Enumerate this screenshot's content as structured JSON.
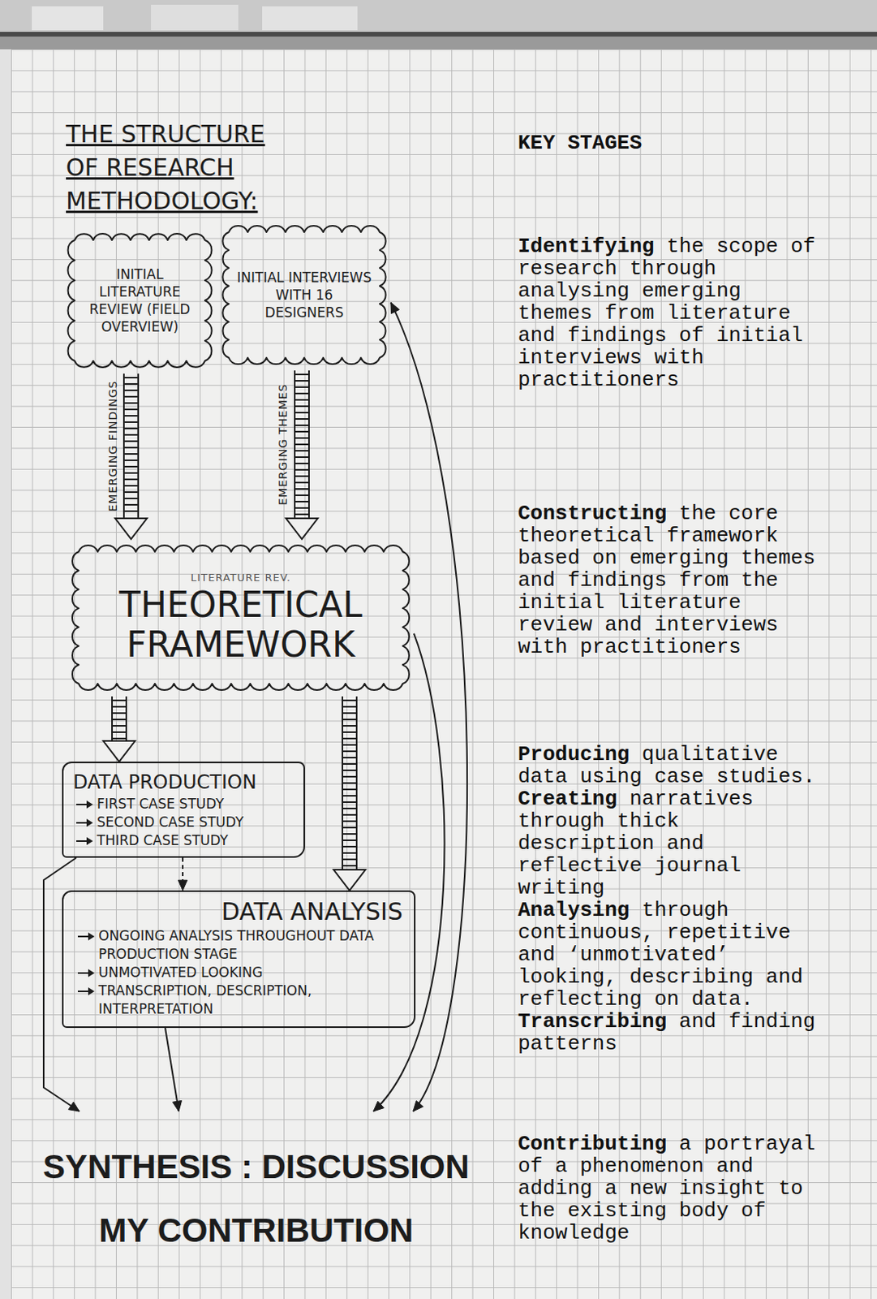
{
  "diagram": {
    "title": "THE STRUCTURE OF RESEARCH METHODOLOGY:",
    "nodes": [
      {
        "text": [
          "INITIAL LITERATURE REVIEW (FIELD OVERVIEW)"
        ]
      },
      {
        "text": [
          "INITIAL INTERVIEWS WITH 16 DESIGNERS"
        ]
      },
      {
        "text": [
          "LITERATURE REV.",
          "THEORETICAL FRAMEWORK"
        ]
      },
      {
        "text": [
          "DATA PRODUCTION",
          "FIRST CASE STUDY",
          "SECOND CASE STUDY",
          "THIRD CASE STUDY"
        ]
      },
      {
        "text": [
          "DATA ANALYSIS",
          "ONGOING ANALYSIS THROUGHOUT DATA PRODUCTION STAGE",
          "UNMOTIVATED LOOKING",
          "TRANSCRIPTION, DESCRIPTION, INTERPRETATION"
        ]
      },
      {
        "text": [
          "SYNTHESIS : DISCUSSION",
          "MY CONTRIBUTION"
        ]
      }
    ],
    "edges": [
      {
        "from": 0,
        "to": 2,
        "label": "EMERGING FINDINGS",
        "arrow": "to"
      },
      {
        "from": 1,
        "to": 2,
        "label": "EMERGING THEMES",
        "arrow": "to"
      },
      {
        "from": 2,
        "to": 3,
        "arrow": "to"
      },
      {
        "from": 2,
        "to": 4,
        "arrow": "to"
      },
      {
        "from": 3,
        "to": 4,
        "arrow": "to"
      },
      {
        "from": 3,
        "to": 5,
        "arrow": "to"
      },
      {
        "from": 4,
        "to": 5,
        "arrow": "to"
      },
      {
        "from": 1,
        "to": 5,
        "arrow": "both"
      },
      {
        "from": 2,
        "to": 5,
        "arrow": "to"
      }
    ],
    "labels": [
      "KEY STAGES",
      "Identifying the scope of research through analysing emerging themes from literature and findings of initial interviews with practitioners",
      "Constructing the core theoretical framework based on emerging themes and findings from the initial literature review and interviews with practitioners",
      "Producing qualitative data using case studies.",
      "Creating narratives through thick description and reflective journal writing",
      "Analysing through continuous, repetitive and ‘unmotivated’ looking, describing and reflecting on data.",
      "Transcribing and finding patterns",
      "Contributing a portrayal of a phenomenon and adding a new insight to the existing body of knowledge"
    ]
  }
}
